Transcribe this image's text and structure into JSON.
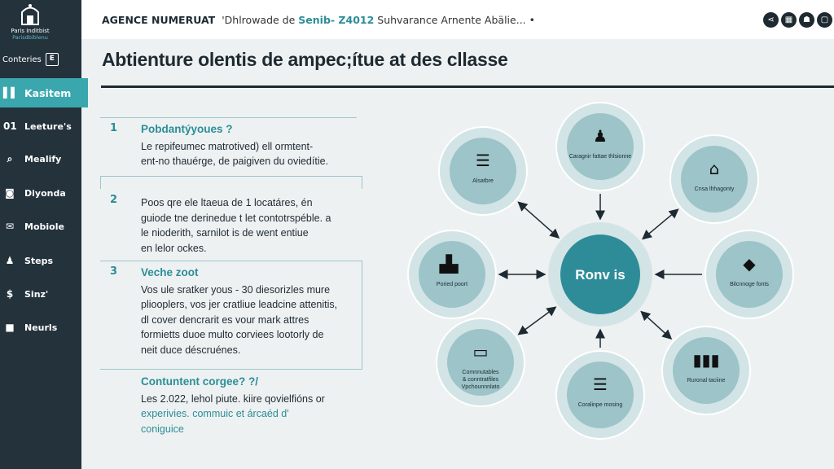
{
  "sidebar": {
    "logo_line1": "Paris Inditbist",
    "logo_line2": "Parisdbiblenu",
    "contents_label": "Conteries",
    "contents_icon": "E",
    "items": [
      {
        "label": "Kasitem",
        "icon": "bars-icon",
        "glyph": "▌▌",
        "active": true
      },
      {
        "label": "Leeture's",
        "icon": "calendar-icon",
        "glyph": "01"
      },
      {
        "label": "Mealify",
        "icon": "search-icon",
        "glyph": "⌕"
      },
      {
        "label": "Diyonda",
        "icon": "chat-icon",
        "glyph": "◙"
      },
      {
        "label": "Mobiole",
        "icon": "mail-icon",
        "glyph": "✉"
      },
      {
        "label": "Steps",
        "icon": "person-icon",
        "glyph": "♟"
      },
      {
        "label": "Sinz'",
        "icon": "dollar-icon",
        "glyph": "$"
      },
      {
        "label": "Neurls",
        "icon": "briefcase-icon",
        "glyph": "■"
      }
    ]
  },
  "header": {
    "brand": "AGENCE NUMERUAT",
    "sub1": "'Dhlrowade de ",
    "highlight": "Senib- Z4012",
    "sub2": " Suhvarance Arnente Abälie... •",
    "icons": [
      "share-icon",
      "calendar-icon",
      "users-icon",
      "mug-icon"
    ]
  },
  "page": {
    "title": "Abtienture olentis de ampec;ítue at des cllasse"
  },
  "sections": [
    {
      "num": "1",
      "title": "Pobdantýyoues ?",
      "lines": [
        "Le repifeumec matrotived) ell ormtent-",
        "ent-no thauérge, de paigiven du oviedítie."
      ]
    },
    {
      "num": "2",
      "title": "",
      "lines": [
        "Poos qre ele ltaeua de 1 locatáres, én",
        "guiode tne derinedue t let contotrspéble. a",
        "le nioderith, sarnilot is de went entiue",
        "en lelor ockes."
      ]
    },
    {
      "num": "3",
      "title": "Veche zoot",
      "lines": [
        "Vos ule sratker yous - 30 diesorizles mure",
        "pliooplers, vos jer cratliue leadcine attenitis,",
        "dl cover dencrarit es vour mark attres",
        "formietts duoe multo corviees lootorly de",
        "neit duce déscruénes."
      ]
    },
    {
      "num": "",
      "title": "Contuntent corgee? ?/",
      "lines": [
        "Les 2.022, lehol piute. kiire qovielfións or",
        "experivies. commuic et árcaéd d'",
        "coniguice"
      ]
    }
  ],
  "diagram": {
    "center": "Ronv is",
    "nodes": [
      {
        "label": "Caragnir fattae thlsionne",
        "icon": "person-icon"
      },
      {
        "label": "Cnsa lhhagonty",
        "icon": "document-icon"
      },
      {
        "label": "Bilcnnoge fonts",
        "icon": "tag-icon"
      },
      {
        "label": "Ruronal taciine",
        "icon": "bars-icon"
      },
      {
        "label": "Coralinpe mosing",
        "icon": "database-icon"
      },
      {
        "label": "Comnnutables & conntratfiles Vpchounnnlato",
        "icon": "card-icon"
      },
      {
        "label": "Poried poort",
        "icon": "chart-icon"
      },
      {
        "label": "Alsatbre",
        "icon": "database-icon"
      }
    ],
    "colors": {
      "center": "#2e8c99",
      "node": "#9cc4c9",
      "halo": "#d3e4e6"
    }
  }
}
